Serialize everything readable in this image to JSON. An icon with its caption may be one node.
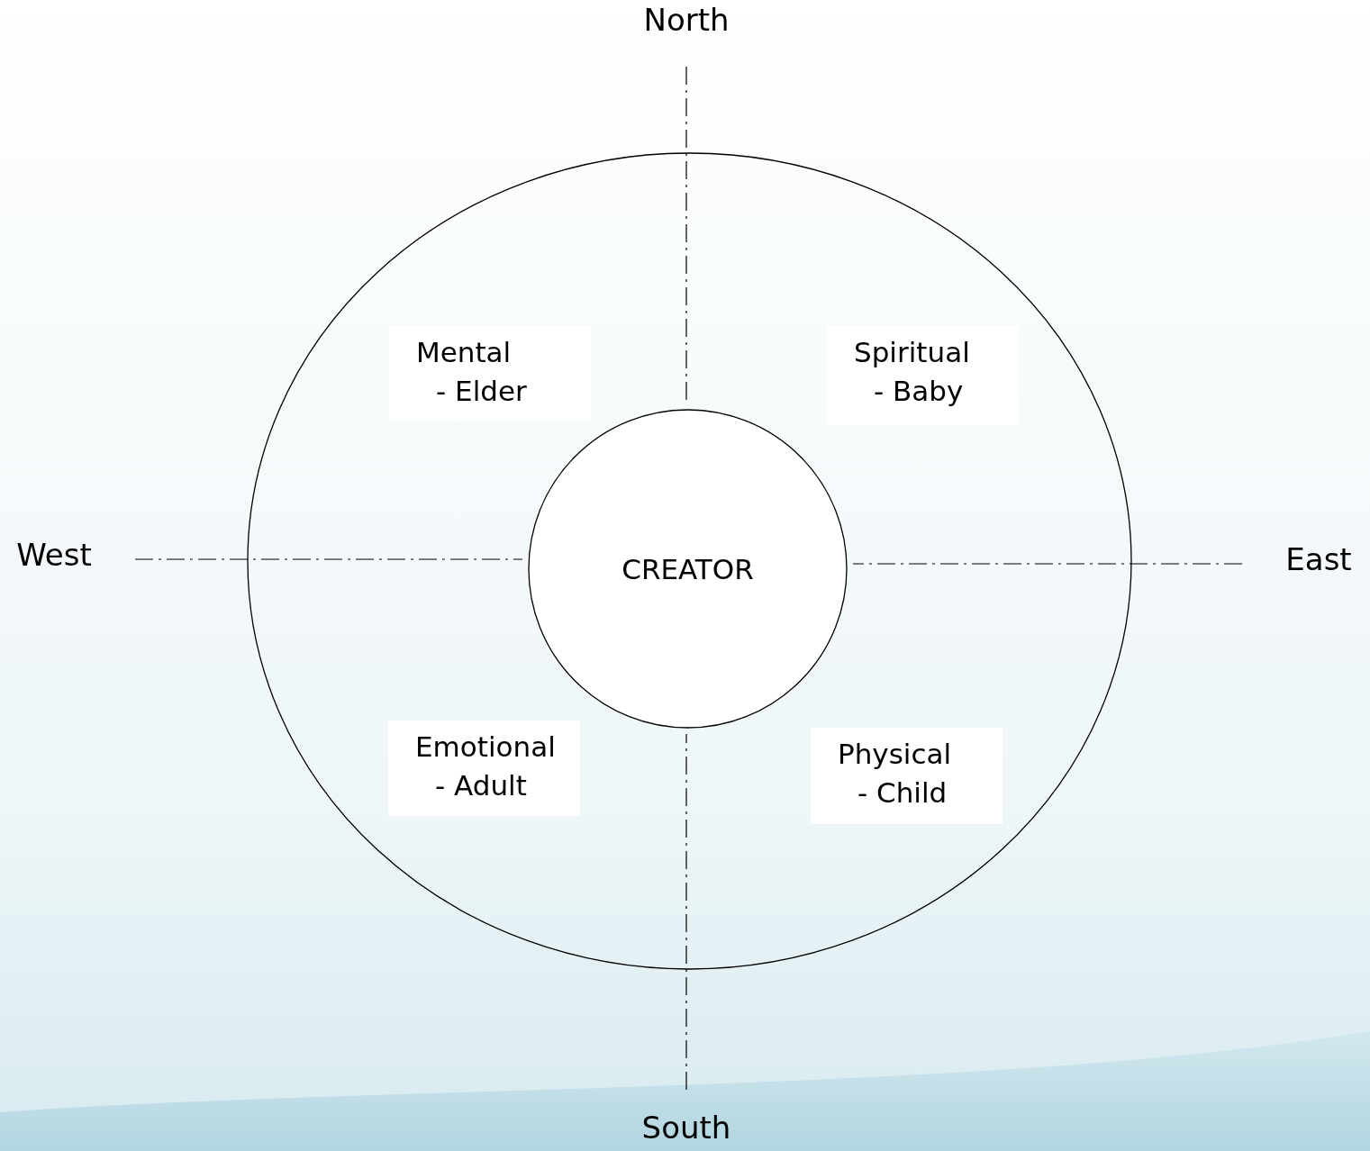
{
  "diagram": {
    "nodes": [
      {
        "text": [
          "North"
        ]
      },
      {
        "text": [],
        "shape": "circle"
      },
      {
        "text": [
          "Mental",
          "- Elder"
        ],
        "in": 1
      },
      {
        "text": [
          "Spiritual",
          "- Baby"
        ],
        "in": 1
      },
      {
        "text": [
          "West"
        ]
      },
      {
        "text": [
          "CREATOR"
        ],
        "in": 1
      },
      {
        "text": [
          "East"
        ]
      },
      {
        "text": [
          "Emotional",
          "- Adult"
        ],
        "in": 1
      },
      {
        "text": [
          "Physical",
          "- Child"
        ],
        "in": 1
      },
      {
        "text": [
          "South"
        ]
      }
    ],
    "edges": [
      {
        "from": 0,
        "to": 5,
        "arrow": "none",
        "style": "dashed"
      },
      {
        "from": 4,
        "to": 5,
        "arrow": "none",
        "style": "dashed"
      },
      {
        "from": 6,
        "to": 5,
        "arrow": "none",
        "style": "dashed"
      },
      {
        "from": 9,
        "to": 5,
        "arrow": "none",
        "style": "dashed"
      }
    ]
  }
}
